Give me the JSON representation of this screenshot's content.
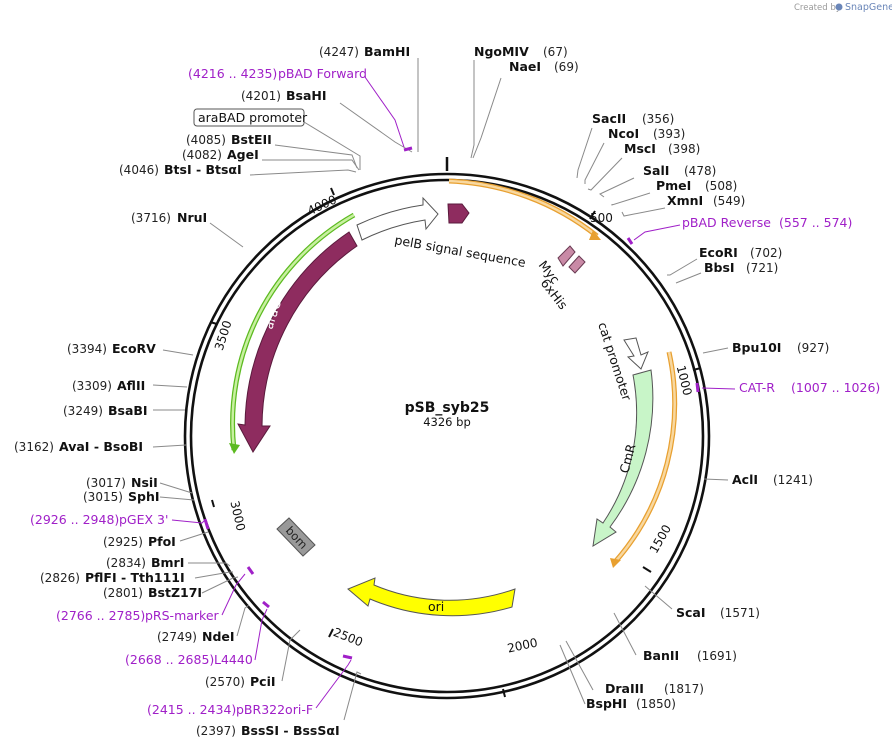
{
  "credit": {
    "created_by": "Created by",
    "brand": "SnapGene"
  },
  "plasmid": {
    "name": "pSB_syb25",
    "length_label": "4326 bp",
    "length": 4326
  },
  "scale_ticks": [
    "500",
    "1000",
    "1500",
    "2000",
    "2500",
    "3000",
    "3500",
    "4000"
  ],
  "sites": [
    {
      "name": "BamHI",
      "pos": "(4247)"
    },
    {
      "name": "NgoMIV",
      "pos": "(67)"
    },
    {
      "name": "NaeI",
      "pos": "(69)"
    },
    {
      "name": "BsaHI",
      "pos": "(4201)"
    },
    {
      "name": "BstEII",
      "pos": "(4085)"
    },
    {
      "name": "AgeI",
      "pos": "(4082)"
    },
    {
      "name": "BtsI - BtsαI",
      "pos": "(4046)"
    },
    {
      "name": "SacII",
      "pos": "(356)"
    },
    {
      "name": "NcoI",
      "pos": "(393)"
    },
    {
      "name": "MscI",
      "pos": "(398)"
    },
    {
      "name": "SalI",
      "pos": "(478)"
    },
    {
      "name": "PmeI",
      "pos": "(508)"
    },
    {
      "name": "XmnI",
      "pos": "(549)"
    },
    {
      "name": "NruI",
      "pos": "(3716)"
    },
    {
      "name": "EcoRI",
      "pos": "(702)"
    },
    {
      "name": "BbsI",
      "pos": "(721)"
    },
    {
      "name": "Bpu10I",
      "pos": "(927)"
    },
    {
      "name": "EcoRV",
      "pos": "(3394)"
    },
    {
      "name": "AflII",
      "pos": "(3309)"
    },
    {
      "name": "BsaBI",
      "pos": "(3249)"
    },
    {
      "name": "AvaI - BsoBI",
      "pos": "(3162)"
    },
    {
      "name": "AclI",
      "pos": "(1241)"
    },
    {
      "name": "NsiI",
      "pos": "(3017)"
    },
    {
      "name": "SphI",
      "pos": "(3015)"
    },
    {
      "name": "PfoI",
      "pos": "(2925)"
    },
    {
      "name": "BmrI",
      "pos": "(2834)"
    },
    {
      "name": "PflFI - Tth111I",
      "pos": "(2826)"
    },
    {
      "name": "BstZ17I",
      "pos": "(2801)"
    },
    {
      "name": "NdeI",
      "pos": "(2749)"
    },
    {
      "name": "PciI",
      "pos": "(2570)"
    },
    {
      "name": "BssSI - BssSαI",
      "pos": "(2397)"
    },
    {
      "name": "ScaI",
      "pos": "(1571)"
    },
    {
      "name": "BanII",
      "pos": "(1691)"
    },
    {
      "name": "DraIII",
      "pos": "(1817)"
    },
    {
      "name": "BspHI",
      "pos": "(1850)"
    }
  ],
  "primers": [
    {
      "name": "pBAD Forward",
      "pos": "(4216 .. 4235)"
    },
    {
      "name": "pBAD Reverse",
      "pos": "(557 .. 574)"
    },
    {
      "name": "CAT-R",
      "pos": "(1007 .. 1026)"
    },
    {
      "name": "pGEX 3'",
      "pos": "(2926 .. 2948)"
    },
    {
      "name": "pRS-marker",
      "pos": "(2766 .. 2785)"
    },
    {
      "name": "L4440",
      "pos": "(2668 .. 2685)"
    },
    {
      "name": "pBR322ori-F",
      "pos": "(2415 .. 2434)"
    }
  ],
  "features": [
    {
      "name": "araBAD promoter"
    },
    {
      "name": "pelB signal sequence"
    },
    {
      "name": "Myc"
    },
    {
      "name": "6xHis"
    },
    {
      "name": "cat promoter"
    },
    {
      "name": "CmR"
    },
    {
      "name": "ori"
    },
    {
      "name": "bom"
    },
    {
      "name": "araC"
    }
  ],
  "colors": {
    "backbone": "#111111",
    "araC": "#8e2c5f",
    "pelB": "#8e2c5f",
    "tags": "#c98aa6",
    "CmR": "#c8f5c8",
    "ori": "#ffff00",
    "bom": "#999999",
    "promoter": "#ffffff",
    "orf_highlight_orange": "#f0b050",
    "orf_highlight_green": "#8ad84a",
    "primer": "#a020c8"
  }
}
